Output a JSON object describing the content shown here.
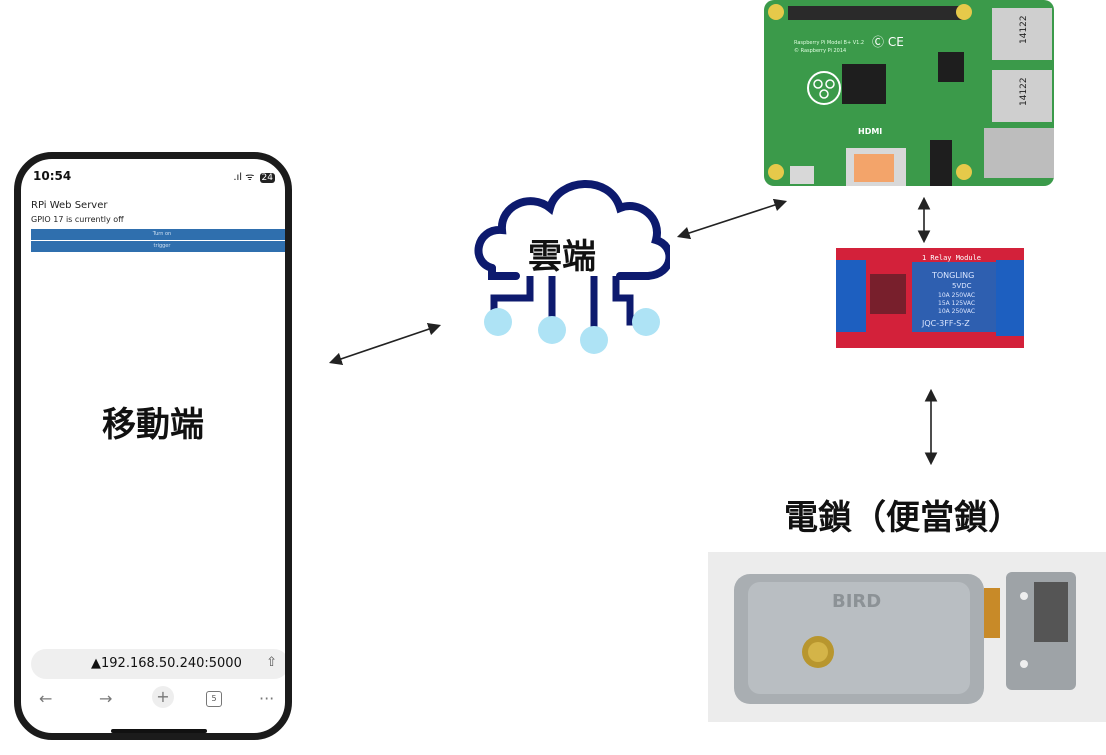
{
  "phone": {
    "status_time": "10:54",
    "status_icons": ".ıl ᯤ",
    "battery": "24",
    "page_title": "RPi Web Server",
    "page_status": "GPIO 17 is currently off",
    "button_on": "Turn on",
    "button_trigger": "trigger",
    "url": "192.168.50.240:5000",
    "tab_count": "5",
    "label": "移動端"
  },
  "cloud": {
    "label": "雲端"
  },
  "raspberry_pi": {
    "model_line1": "Raspberry Pi Model B+ V1.2",
    "model_line2": "© Raspberry Pi 2014",
    "hdmi": "HDMI",
    "usb_label": "14122"
  },
  "relay": {
    "title": "1 Relay Module",
    "brand": "TONGLING",
    "spec1": "5VDC",
    "spec2": "10A 250VAC",
    "spec3": "15A 125VAC",
    "spec4": "10A 250VAC",
    "part": "JQC-3FF-S-Z"
  },
  "lock": {
    "label": "電鎖（便當鎖）",
    "brand": "BIRD"
  }
}
